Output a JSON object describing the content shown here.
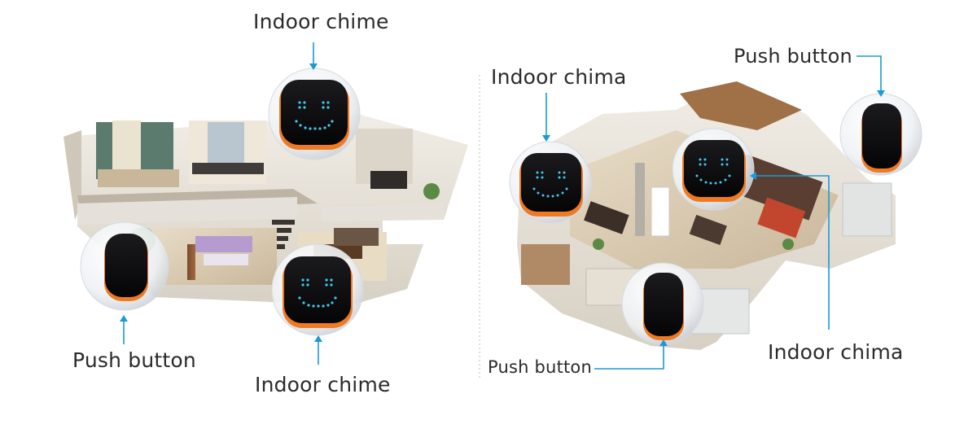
{
  "labels": {
    "left_top_chime": "Indoor chime",
    "left_push_button": "Push button",
    "left_bottom_chime": "Indoor chime",
    "right_top_chime": "Indoor chima",
    "right_top_push_button": "Push button",
    "right_bottom_push_button": "Push button",
    "right_bottom_chime": "Indoor chima"
  },
  "colors": {
    "callout_line": "#1a9ad6",
    "device_body": "#0e0e10",
    "device_accent": "#f07a22",
    "led_dots": "#43c8ee",
    "label_text": "#2b2b2b"
  },
  "icons": [
    "indoor-chime-device",
    "push-button-device",
    "callout-arrow"
  ]
}
